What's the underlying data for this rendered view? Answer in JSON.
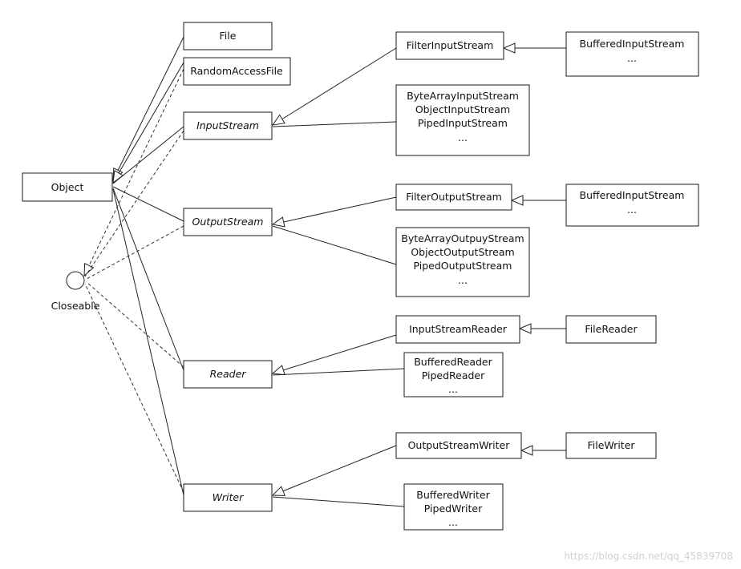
{
  "nodes": {
    "object": "Object",
    "closeable": "Closeable",
    "file": "File",
    "random_access_file": "RandomAccessFile",
    "input_stream": "InputStream",
    "output_stream": "OutputStream",
    "reader": "Reader",
    "writer": "Writer",
    "filter_input_stream": "FilterInputStream",
    "buffered_input_stream_1": [
      "BufferedInputStream",
      "..."
    ],
    "input_stream_subclasses": [
      "ByteArrayInputStream",
      "ObjectInputStream",
      "PipedInputStream",
      "..."
    ],
    "filter_output_stream": "FilterOutputStream",
    "buffered_input_stream_2": [
      "BufferedInputStream",
      "..."
    ],
    "output_stream_subclasses": [
      "ByteArrayOutpuyStream",
      "ObjectOutputStream",
      "PipedOutputStream",
      "..."
    ],
    "input_stream_reader": "InputStreamReader",
    "file_reader": "FileReader",
    "reader_subclasses": [
      "BufferedReader",
      "PipedReader",
      "..."
    ],
    "output_stream_writer": "OutputStreamWriter",
    "file_writer": "FileWriter",
    "writer_subclasses": [
      "BufferedWriter",
      "PipedWriter",
      "..."
    ]
  },
  "watermark": "https://blog.csdn.net/qq_45839708"
}
